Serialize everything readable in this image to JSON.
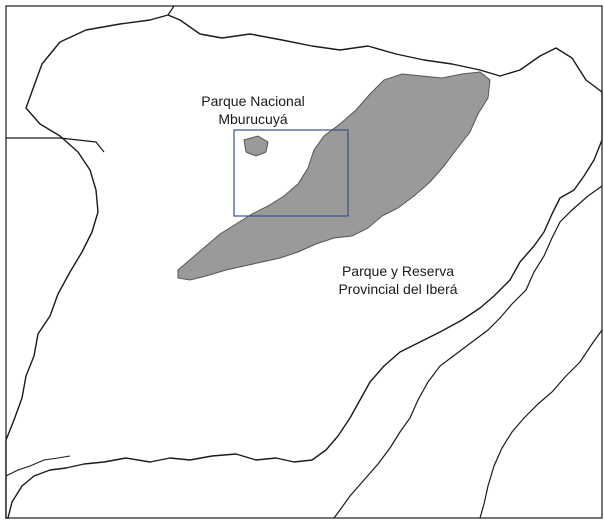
{
  "labels": {
    "mburucuya": {
      "line1": "Parque Nacional",
      "line2": "Mburucuyá"
    },
    "ibera": {
      "line1": "Parque y Reserva",
      "line2": "Provincial del Iberá"
    }
  },
  "colors": {
    "protected_area_fill": "#9a9a9a",
    "boundary_line": "#1a1a1a",
    "inset_box": "#3b4e8c",
    "background": "#ffffff"
  }
}
